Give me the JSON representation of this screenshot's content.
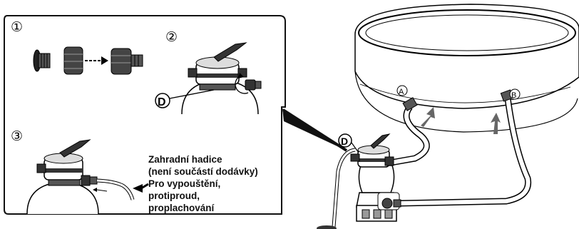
{
  "steps": [
    "①",
    "②",
    "③"
  ],
  "labels": {
    "valve": "D",
    "inlet": "A",
    "outlet": "B"
  },
  "caption": {
    "lines": [
      "Zahradní hadice",
      "(není součástí dodávky)",
      "Pro vypouštění,",
      "protiproud,",
      "proplachování"
    ]
  }
}
